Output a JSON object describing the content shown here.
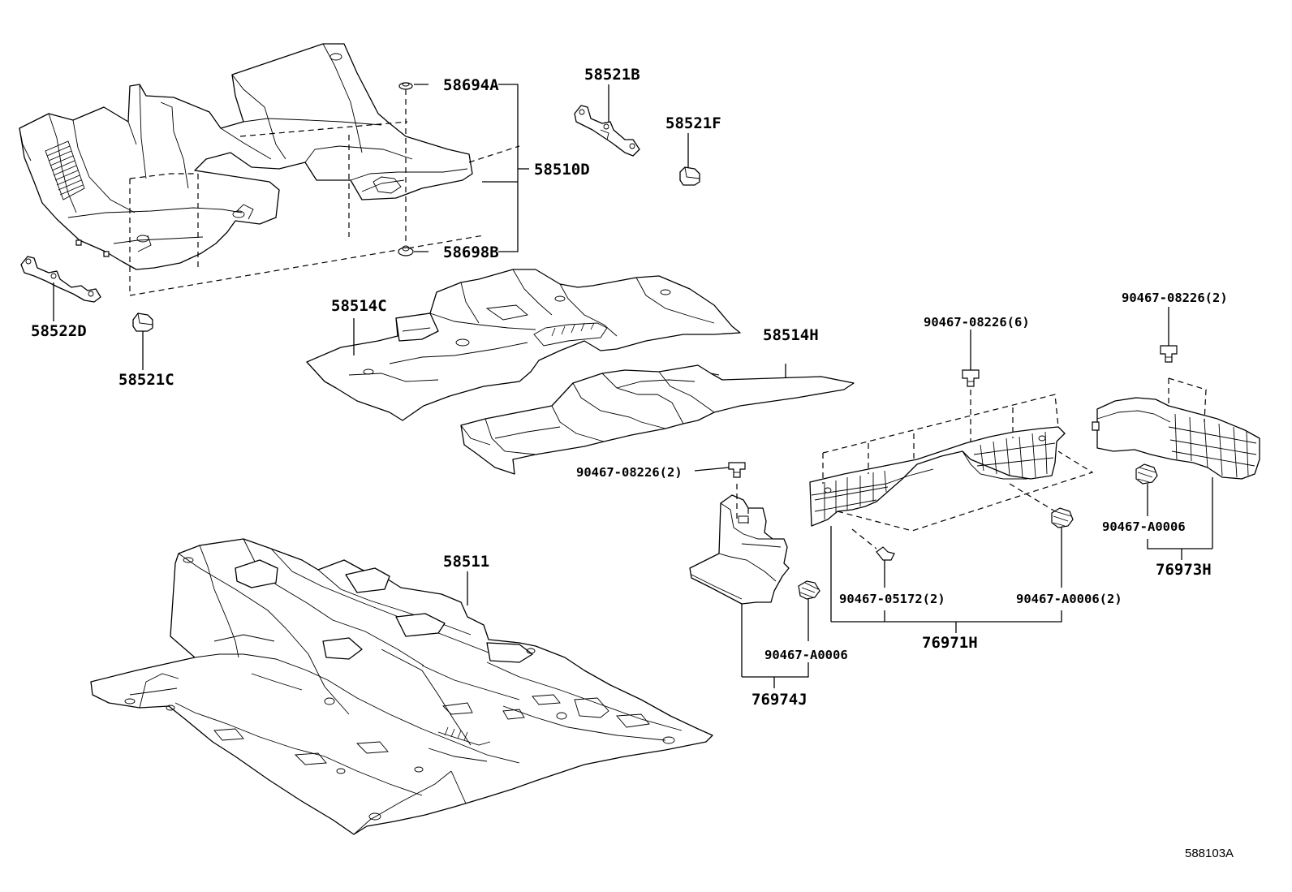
{
  "labels": {
    "p58694A": "58694A",
    "p58521B": "58521B",
    "p58521F": "58521F",
    "p58510D": "58510D",
    "p58698B": "58698B",
    "p58522D": "58522D",
    "p58521C": "58521C",
    "p58514C": "58514C",
    "p58514H": "58514H",
    "p90467_08226_2_right": "90467-08226(2)",
    "p90467_08226_6": "90467-08226(6)",
    "p90467_08226_2_center": "90467-08226(2)",
    "p90467_A0006_right": "90467-A0006",
    "p76973H": "76973H",
    "p58511": "58511",
    "p90467_05172_2": "90467-05172(2)",
    "p90467_A0006_2": "90467-A0006(2)",
    "p90467_A0006_center": "90467-A0006",
    "p76971H": "76971H",
    "p76974J": "76974J"
  },
  "figure_ref": "588103A"
}
